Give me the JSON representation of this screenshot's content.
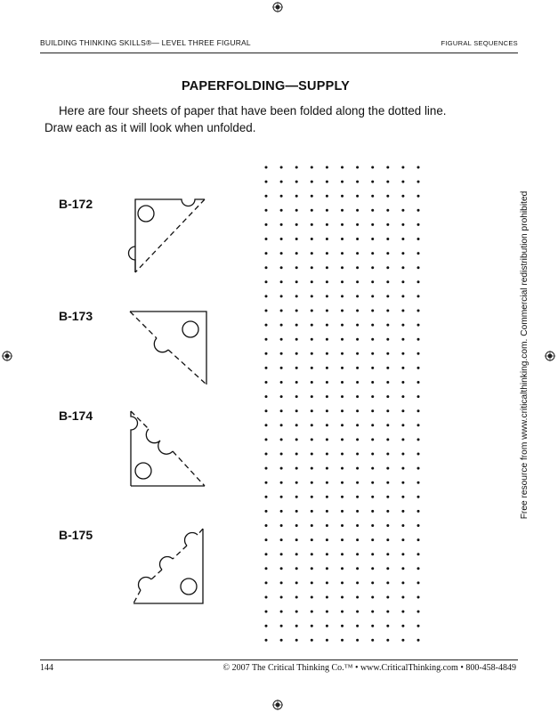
{
  "header": {
    "left": "Building Thinking Skills®— Level Three Figural",
    "right": "figural sequences"
  },
  "title": "PAPERFOLDING—SUPPLY",
  "instructions": "Here are four sheets of paper that have been folded along the dotted line. Draw each as it will look when unfolded.",
  "problems": [
    {
      "label": "B-172"
    },
    {
      "label": "B-173"
    },
    {
      "label": "B-174"
    },
    {
      "label": "B-175"
    }
  ],
  "side_note": "Free resource from www.criticalthinking.com. Commercial redistribution prohibited",
  "footer": {
    "page_number": "144",
    "copyright": "© 2007 The Critical Thinking Co.™ • www.CriticalThinking.com • 800-458-4849"
  }
}
